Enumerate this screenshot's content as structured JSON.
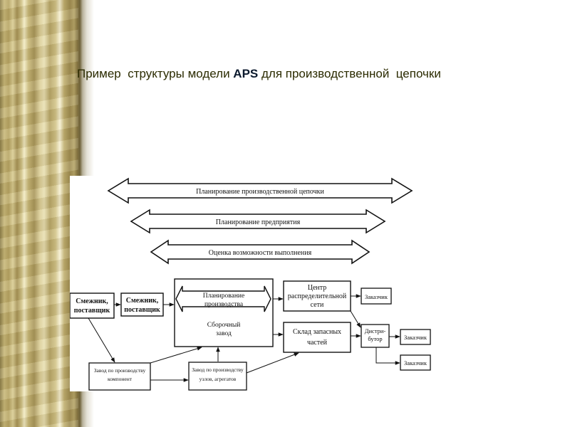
{
  "title": {
    "prefix": "Пример  структуры модели ",
    "accent": "APS",
    "suffix": " для производственной  цепочки"
  },
  "diagram": {
    "arrow_supply_chain": "Планирование производственной цепочки",
    "arrow_enterprise": "Планирование предприятия",
    "arrow_feasibility": "Оценка возможности выполнения",
    "supplier_1": [
      "Смежник,",
      "поставщик"
    ],
    "supplier_2": [
      "Смежник,",
      "поставщик"
    ],
    "production_planning": [
      "Планирование",
      "производства"
    ],
    "assembly_plant": [
      "Сборочный",
      "завод"
    ],
    "distribution_center": [
      "Центр",
      "распределительной",
      "сети"
    ],
    "spare_parts_warehouse": [
      "Склад запасных",
      "частей"
    ],
    "customer_1": "Заказчик",
    "customer_2": "Заказчик",
    "customer_3": "Заказчик",
    "distributor": [
      "Дистри-",
      "бутор"
    ],
    "component_plant": [
      "Завод по производству",
      "компонент"
    ],
    "assembly_units_plant": [
      "Завод по производству",
      "узлов, агрегатов"
    ]
  }
}
